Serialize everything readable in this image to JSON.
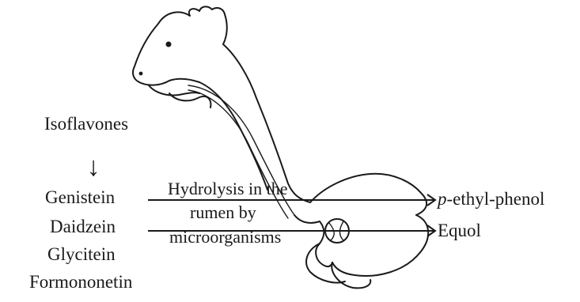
{
  "diagram": {
    "source_label": "Isoflavones",
    "down_arrow": "↓",
    "compounds": [
      "Genistein",
      "Daidzein",
      "Glycitein",
      "Formononetin"
    ],
    "process_lines": [
      "Hydrolysis in the",
      "rumen by",
      "microorganisms"
    ],
    "products": {
      "product_1_prefix": "p",
      "product_1_suffix": "-ethyl-phenol",
      "product_2": "Equol"
    },
    "icons": {
      "animal": "cow-outline-icon",
      "digestive_tract": "rumen-stomach-icon"
    }
  }
}
